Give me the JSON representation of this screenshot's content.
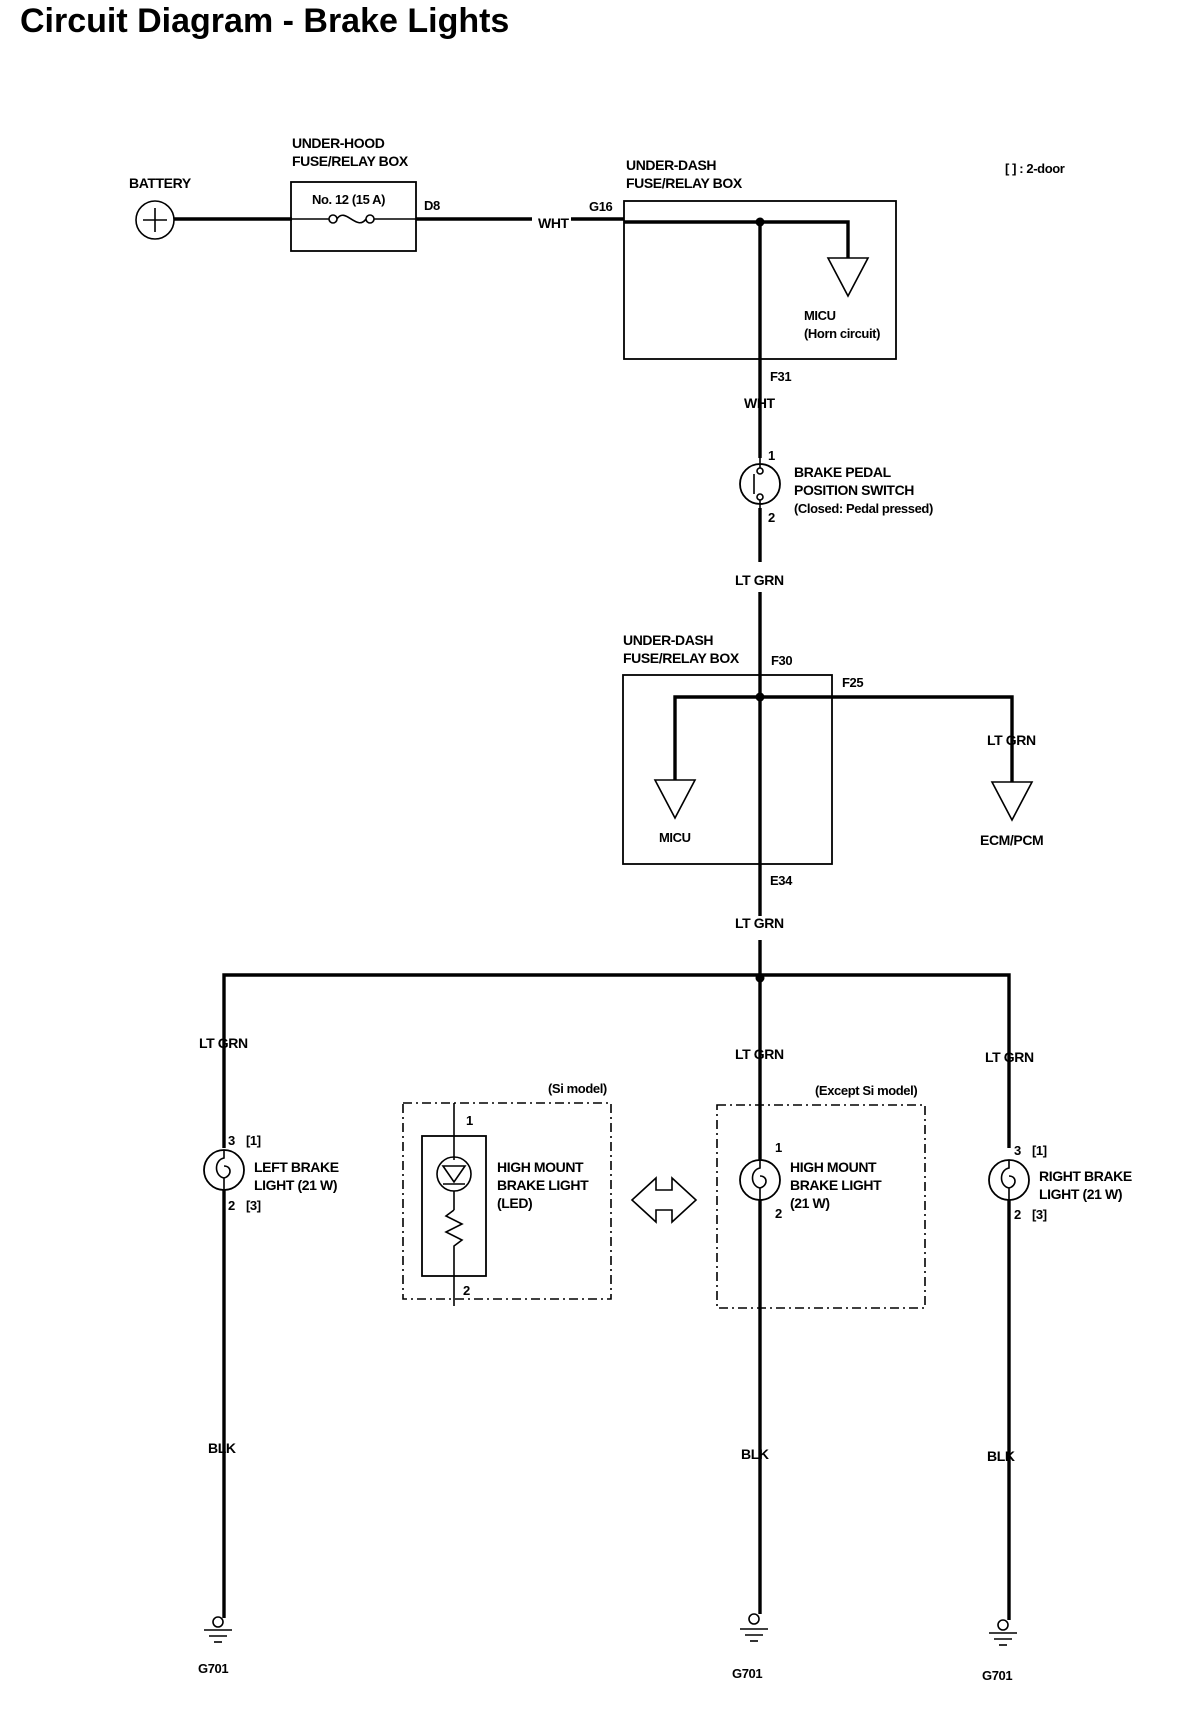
{
  "title": "Circuit Diagram - Brake Lights",
  "legend": "[ ] : 2-door",
  "battery": {
    "label": "BATTERY"
  },
  "under_hood_box": {
    "label_line1": "UNDER-HOOD",
    "label_line2": "FUSE/RELAY BOX",
    "fuse": "No. 12 (15 A)",
    "connector": "D8"
  },
  "under_dash_box_top": {
    "label_line1": "UNDER-DASH",
    "label_line2": "FUSE/RELAY BOX",
    "input_connector": "G16",
    "micu_line1": "MICU",
    "micu_line2": "(Horn circuit)",
    "output_connector": "F31"
  },
  "wire_colors": {
    "battery_feed": "WHT",
    "switch_feed": "WHT",
    "switch_out": "LT GRN",
    "box_out": "LT GRN",
    "ecm": "LT GRN",
    "left": "LT GRN",
    "center": "LT GRN",
    "right": "LT GRN",
    "ground_left": "BLK",
    "ground_center": "BLK",
    "ground_right": "BLK"
  },
  "brake_switch": {
    "pin1": "1",
    "pin2": "2",
    "label_line1": "BRAKE PEDAL",
    "label_line2": "POSITION SWITCH",
    "label_line3": "(Closed: Pedal pressed)"
  },
  "under_dash_box_bottom": {
    "label_line1": "UNDER-DASH",
    "label_line2": "FUSE/RELAY BOX",
    "input_connector": "F30",
    "branch_connector": "F25",
    "micu": "MICU",
    "ecm": "ECM/PCM",
    "output_connector": "E34"
  },
  "left_light": {
    "pin_top": "3",
    "pin_top_2door": "[1]",
    "pin_bottom": "2",
    "pin_bottom_2door": "[3]",
    "label_line1": "LEFT BRAKE",
    "label_line2": "LIGHT (21 W)"
  },
  "si_model": {
    "tag": "(Si model)",
    "pin_top": "1",
    "pin_bottom": "2",
    "label_line1": "HIGH MOUNT",
    "label_line2": "BRAKE LIGHT",
    "label_line3": "(LED)"
  },
  "except_si_model": {
    "tag": "(Except Si model)",
    "pin_top": "1",
    "pin_bottom": "2",
    "label_line1": "HIGH MOUNT",
    "label_line2": "BRAKE LIGHT",
    "label_line3": "(21 W)"
  },
  "right_light": {
    "pin_top": "3",
    "pin_top_2door": "[1]",
    "pin_bottom": "2",
    "pin_bottom_2door": "[3]",
    "label_line1": "RIGHT BRAKE",
    "label_line2": "LIGHT (21 W)"
  },
  "grounds": {
    "left": "G701",
    "center": "G701",
    "right": "G701"
  }
}
